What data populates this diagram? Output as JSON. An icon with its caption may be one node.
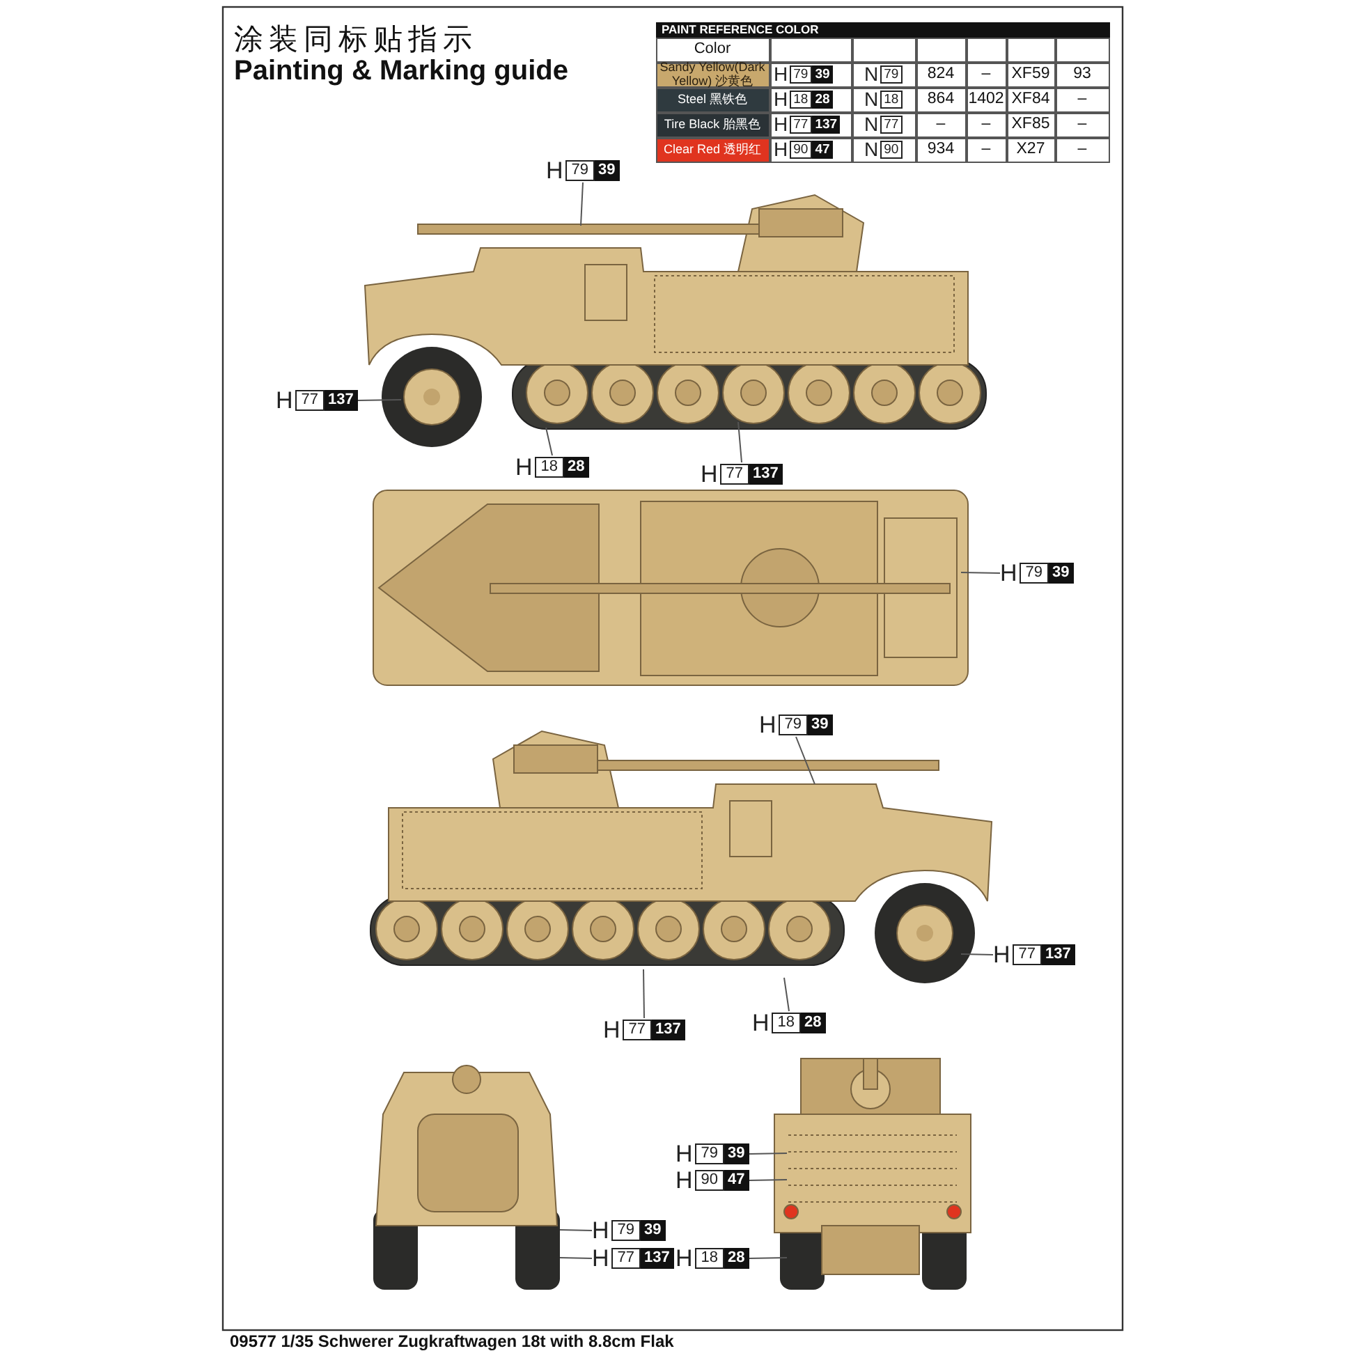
{
  "diagram": {
    "title": "涂装同标贴指示",
    "nodes": [
      {
        "text": [
          "H",
          "79",
          "39"
        ]
      },
      {
        "text": [
          "H",
          "77",
          "137"
        ]
      },
      {
        "text": [
          "H",
          "18",
          "28"
        ]
      },
      {
        "text": [
          "H",
          "77",
          "137"
        ]
      },
      {
        "text": [
          "H",
          "79",
          "39"
        ]
      },
      {
        "text": [
          "H",
          "79",
          "39"
        ]
      },
      {
        "text": [
          "H",
          "77",
          "137"
        ]
      },
      {
        "text": [
          "H",
          "77",
          "137"
        ]
      },
      {
        "text": [
          "H",
          "18",
          "28"
        ]
      },
      {
        "text": [
          "H",
          "79",
          "39"
        ]
      },
      {
        "text": [
          "H",
          "90",
          "47"
        ]
      },
      {
        "text": [
          "H",
          "79",
          "39"
        ]
      },
      {
        "text": [
          "H",
          "77",
          "137"
        ]
      },
      {
        "text": [
          "H",
          "18",
          "28"
        ]
      },
      {
        "text": [],
        "shape": "picture"
      },
      {
        "text": [],
        "shape": "picture"
      },
      {
        "text": [],
        "shape": "picture"
      },
      {
        "text": [],
        "shape": "picture"
      },
      {
        "text": [],
        "shape": "picture"
      }
    ],
    "edges": [
      {
        "from": 0,
        "to": 14,
        "arrow": "none"
      },
      {
        "from": 1,
        "to": 14,
        "arrow": "none"
      },
      {
        "from": 2,
        "to": 14,
        "arrow": "none"
      },
      {
        "from": 3,
        "to": 14,
        "arrow": "none"
      },
      {
        "from": 4,
        "to": 15,
        "arrow": "none"
      },
      {
        "from": 5,
        "to": 16,
        "arrow": "none"
      },
      {
        "from": 6,
        "to": 16,
        "arrow": "none"
      },
      {
        "from": 7,
        "to": 16,
        "arrow": "none"
      },
      {
        "from": 8,
        "to": 16,
        "arrow": "none"
      },
      {
        "from": 9,
        "to": 18,
        "arrow": "none"
      },
      {
        "from": 10,
        "to": 18,
        "arrow": "none"
      },
      {
        "from": 11,
        "to": 17,
        "arrow": "none"
      },
      {
        "from": 12,
        "to": 17,
        "arrow": "none"
      },
      {
        "from": 13,
        "to": 18,
        "arrow": "none"
      }
    ],
    "labels": [
      "Painting & Marking guide",
      "PAINT REFERENCE COLOR",
      "Color",
      "Sandy Yellow(Dark Yellow) 沙黄色",
      "H",
      "79",
      "39",
      "N",
      "79",
      "824",
      "–",
      "XF59",
      "93",
      "Steel 黑铁色",
      "H",
      "18",
      "28",
      "N",
      "18",
      "864",
      "1402",
      "XF84",
      "–",
      "Tire Black 胎黑色",
      "H",
      "77",
      "137",
      "N",
      "77",
      "–",
      "–",
      "XF85",
      "–",
      "Clear Red 透明红",
      "H",
      "90",
      "47",
      "N",
      "90",
      "934",
      "–",
      "X27",
      "–",
      "09577 1/35 Schwerer Zugkraftwagen 18t with 8.8cm Flak"
    ]
  }
}
